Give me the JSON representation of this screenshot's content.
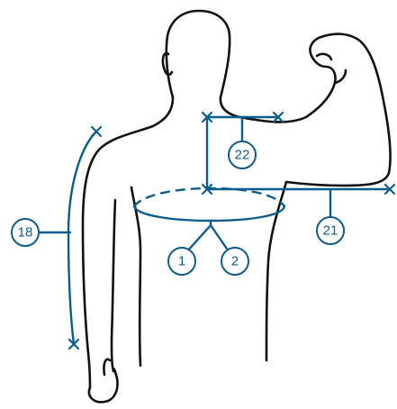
{
  "colors": {
    "measurement": "#0d5d8c",
    "outline": "#111111",
    "background": "#ffffff"
  },
  "callouts": [
    {
      "id": "chest",
      "label": "1"
    },
    {
      "id": "bust",
      "label": "2"
    },
    {
      "id": "sleeve",
      "label": "18"
    },
    {
      "id": "arm-span",
      "label": "21"
    },
    {
      "id": "shoulder",
      "label": "22"
    }
  ]
}
